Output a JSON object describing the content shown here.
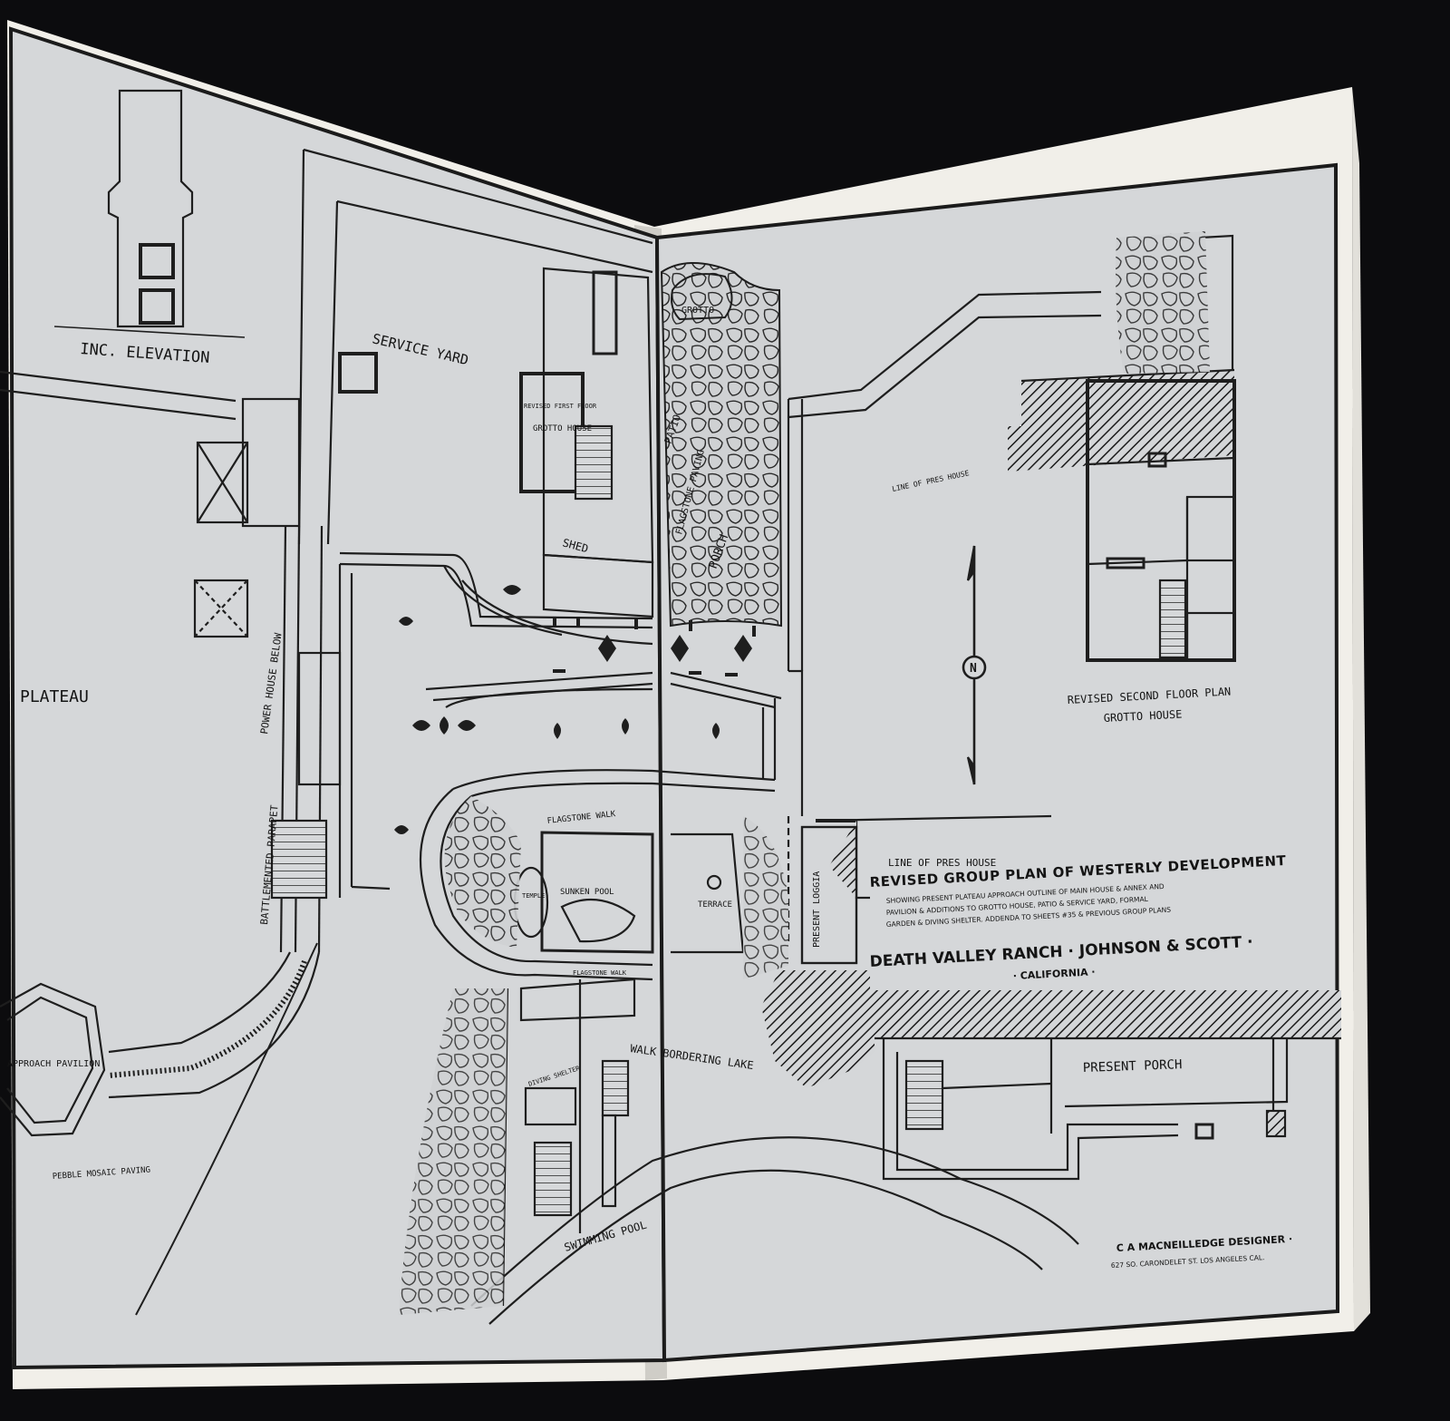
{
  "labels": {
    "inc_elevation": "INC. ELEVATION",
    "service_yard": "SERVICE   YARD",
    "grotto": "GROTTO",
    "revised_first_floor": "REVISED FIRST FLOOR",
    "grotto_house": "GROTTO HOUSE",
    "patio": "PATIO",
    "flagstone_paving": "FLAGSTONE PAVING",
    "porch": "PORCH",
    "shed": "SHED",
    "plateau": "PLATEAU",
    "power_house_below": "POWER HOUSE BELOW",
    "battlemented_parapet": "BATTLEMENTED PARAPET",
    "flagstone_walk": "FLAGSTONE WALK",
    "sunken_pool": "SUNKEN POOL",
    "temple": "TEMPLE",
    "terrace": "TERRACE",
    "flagstone_walk_2": "FLAGSTONE WALK",
    "approach_pavilion": "APPROACH PAVILION",
    "pebble_mosaic_paving": "PEBBLE MOSAIC PAVING",
    "walk_bordering_lake": "WALK BORDERING LAKE",
    "swimming_pool": "SWIMMING POOL",
    "diving_shelter": "DIVING SHELTER",
    "line_of_pres_house": "LINE OF PRES HOUSE",
    "line_of_pres_house_2": "LINE OF PRES HOUSE",
    "present_loggia": "PRESENT LOGGIA",
    "revised_second_floor_plan": "REVISED SECOND FLOOR PLAN",
    "grotto_house_2": "GROTTO HOUSE",
    "north": "N",
    "present_porch": "PRESENT     PORCH"
  },
  "title_block": {
    "title": "REVISED GROUP PLAN OF WESTERLY DEVELOPMENT",
    "subtitle_1": "SHOWING PRESENT PLATEAU APPROACH OUTLINE OF MAIN HOUSE & ANNEX AND",
    "subtitle_2": "PAVILION & ADDITIONS TO GROTTO HOUSE, PATIO & SERVICE YARD, FORMAL",
    "subtitle_3": "GARDEN & DIVING SHELTER.   ADDENDA TO SHEETS #35 & PREVIOUS GROUP PLANS",
    "project": "DEATH VALLEY RANCH · JOHNSON & SCOTT ·",
    "state": "· CALIFORNIA ·",
    "designer": "C A MACNEILLEDGE DESIGNER ·",
    "address": "627 SO. CARONDELET ST. LOS ANGELES CAL."
  }
}
